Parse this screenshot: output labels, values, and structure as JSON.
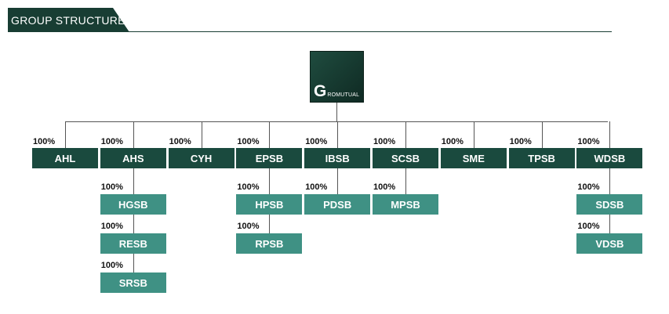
{
  "header": {
    "title": "GROUP STRUCTURE"
  },
  "root": {
    "logo_initial": "G",
    "logo_rest": "ROMUTUAL"
  },
  "subsidiaries": [
    {
      "name": "AHL",
      "ownership": "100%",
      "children": []
    },
    {
      "name": "AHS",
      "ownership": "100%",
      "children": [
        {
          "name": "HGSB",
          "ownership": "100%"
        },
        {
          "name": "RESB",
          "ownership": "100%"
        },
        {
          "name": "SRSB",
          "ownership": "100%"
        }
      ]
    },
    {
      "name": "CYH",
      "ownership": "100%",
      "children": []
    },
    {
      "name": "EPSB",
      "ownership": "100%",
      "children": [
        {
          "name": "HPSB",
          "ownership": "100%"
        },
        {
          "name": "RPSB",
          "ownership": "100%"
        }
      ]
    },
    {
      "name": "IBSB",
      "ownership": "100%",
      "children": [
        {
          "name": "PDSB",
          "ownership": "100%"
        }
      ]
    },
    {
      "name": "SCSB",
      "ownership": "100%",
      "children": [
        {
          "name": "MPSB",
          "ownership": "100%"
        }
      ]
    },
    {
      "name": "SME",
      "ownership": "100%",
      "children": []
    },
    {
      "name": "TPSB",
      "ownership": "100%",
      "children": []
    },
    {
      "name": "WDSB",
      "ownership": "100%",
      "children": [
        {
          "name": "SDSB",
          "ownership": "100%"
        },
        {
          "name": "VDSB",
          "ownership": "100%"
        }
      ]
    }
  ],
  "colors": {
    "primary": "#1a4a3e",
    "secondary": "#3f9184",
    "header": "#183d33"
  }
}
